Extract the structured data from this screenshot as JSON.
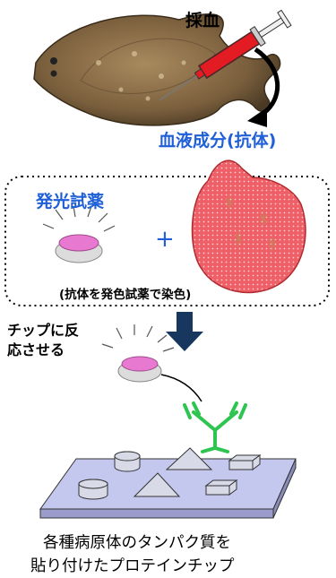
{
  "labels": {
    "blood_sampling": "採血",
    "blood_components": "血液成分(抗体)",
    "luminescent_reagent": "発光試薬",
    "plus": "+",
    "staining_note": "(抗体を発色試薬で染色)",
    "react_with_chip": "チップに反\n応させる",
    "caption_line1": "各種病原体のタンパク質を",
    "caption_line2": "貼り付けたプロテインチップ"
  },
  "colors": {
    "blue_text": "#1f5fd8",
    "red_blob": "#ee5f67",
    "syringe_red": "#e31b23",
    "antibody_green": "#2ec450",
    "chip_fill": "#c5c8ee",
    "arrow_navy": "#17375e"
  }
}
